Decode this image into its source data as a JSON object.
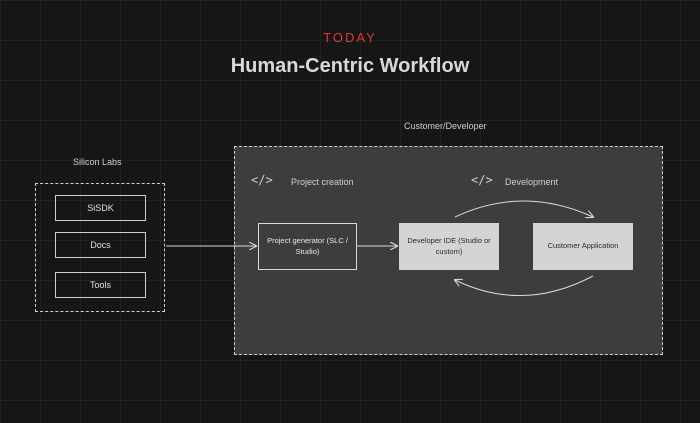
{
  "header": {
    "kicker": "TODAY",
    "title": "Human-Centric Workflow"
  },
  "colors": {
    "kicker": "#e0383b",
    "panel": "#3d3d3d",
    "background": "#161616"
  },
  "source": {
    "label": "Silicon Labs",
    "items": [
      "SiSDK",
      "Docs",
      "Tools"
    ]
  },
  "developer_area": {
    "label": "Customer/Developer",
    "icons": {
      "code": "</>"
    },
    "sections": {
      "creation": "Project creation",
      "development": "Development"
    },
    "nodes": {
      "generator": "Project generator (SLC / Studio)",
      "ide": "Developer IDE (Studio or custom)",
      "app": "Customer Application"
    }
  }
}
